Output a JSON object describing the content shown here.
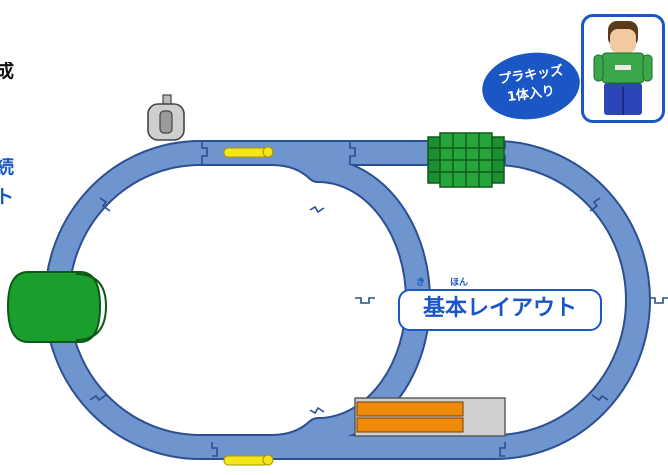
{
  "left_edge_text": [
    "成",
    "続",
    "ト"
  ],
  "badge": {
    "line1": "プラキッズ",
    "line2": "1体入り"
  },
  "layout_label": {
    "ruby": [
      "き",
      "ほん"
    ],
    "text": "基本レイアウト"
  },
  "colors": {
    "track": "#6f95cf",
    "track_edge": "#2b4f91",
    "accent_blue": "#1a56c4",
    "tunnel_green": "#1a9e2e",
    "bridge_green": "#1e8f31",
    "switch_yellow": "#f4e51c",
    "platform_orange": "#f08a0a",
    "platform_gray": "#cfcfcf"
  },
  "icons": [
    "toggle-switch-icon",
    "figure-icon",
    "tunnel-icon",
    "crossing-icon",
    "platform-icon"
  ]
}
